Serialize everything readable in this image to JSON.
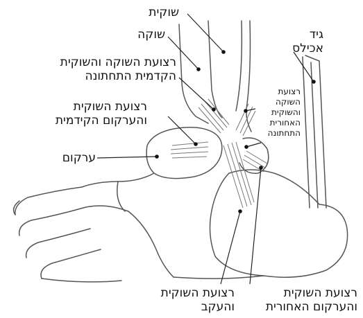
{
  "labels": {
    "tibia_top": "שוקית",
    "fibula": "שוקה",
    "ant_tibiofibular": [
      "רצועת השוקה והשוקית",
      "הקדמית התחתונה"
    ],
    "ant_talofibular": [
      "רצועת השוקית",
      "והערקום הקידמית"
    ],
    "talus": "ערקום",
    "achilles": [
      "גיד",
      "אכילס"
    ],
    "post_tibiofibular": [
      "רצועת",
      "השוקה",
      "והשוקית",
      "האחורית",
      "התחתונה"
    ],
    "calcaneofibular": [
      "רצועת השוקית",
      "והעקב"
    ],
    "post_talofibular": [
      "רצועת השוקית",
      "והערקום האחורית"
    ]
  }
}
